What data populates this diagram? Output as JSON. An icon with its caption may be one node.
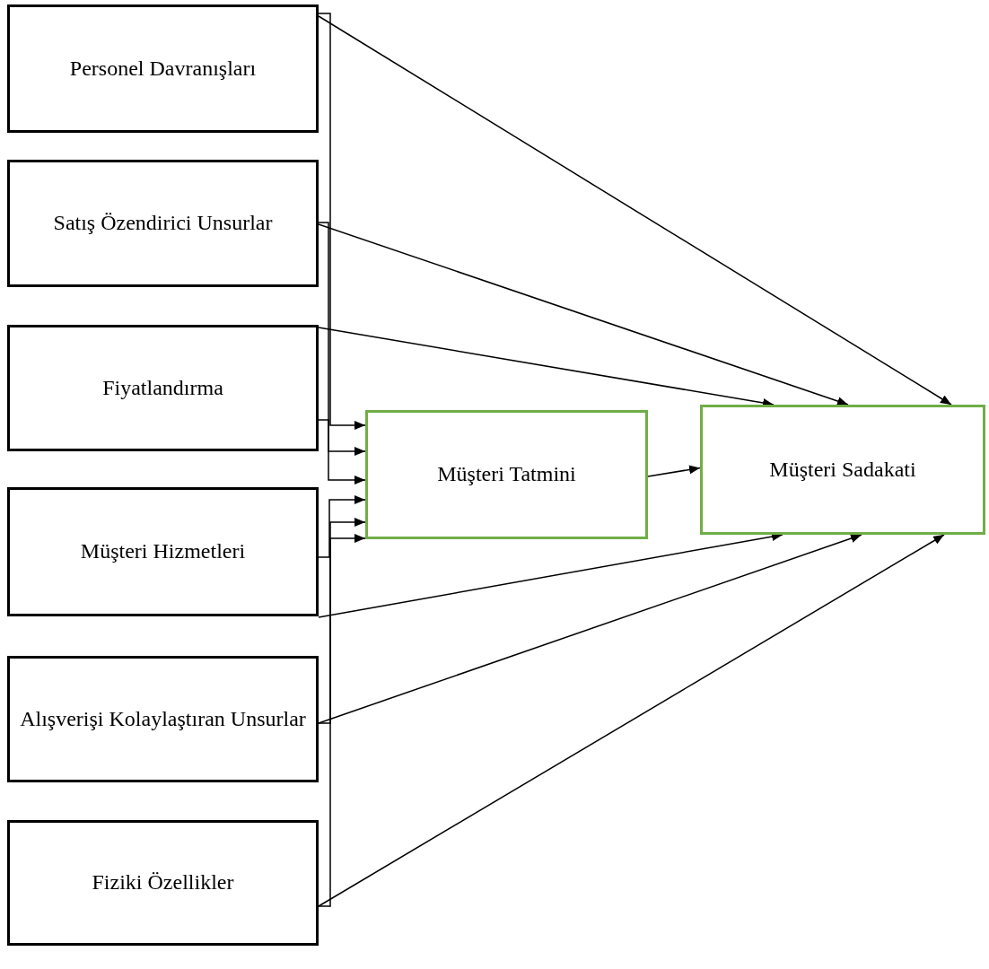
{
  "diagram": {
    "nodes": [
      {
        "text": [
          "Personel Davranışları"
        ]
      },
      {
        "text": [
          "Satış Özendirici Unsurlar"
        ]
      },
      {
        "text": [
          "Fiyatlandırma"
        ]
      },
      {
        "text": [
          "Müşteri Hizmetleri"
        ]
      },
      {
        "text": [
          "Alışverişi Kolaylaştıran Unsurlar"
        ]
      },
      {
        "text": [
          "Fiziki Özellikler"
        ]
      },
      {
        "text": [
          "Müşteri Tatmini"
        ]
      },
      {
        "text": [
          "Müşteri Sadakati"
        ]
      }
    ],
    "edges": [
      {
        "from": 0,
        "to": 6,
        "arrow": "to"
      },
      {
        "from": 1,
        "to": 6,
        "arrow": "to"
      },
      {
        "from": 2,
        "to": 6,
        "arrow": "to"
      },
      {
        "from": 3,
        "to": 6,
        "arrow": "to"
      },
      {
        "from": 4,
        "to": 6,
        "arrow": "to"
      },
      {
        "from": 5,
        "to": 6,
        "arrow": "to"
      },
      {
        "from": 0,
        "to": 7,
        "arrow": "to"
      },
      {
        "from": 1,
        "to": 7,
        "arrow": "to"
      },
      {
        "from": 2,
        "to": 7,
        "arrow": "to"
      },
      {
        "from": 3,
        "to": 7,
        "arrow": "to"
      },
      {
        "from": 4,
        "to": 7,
        "arrow": "to"
      },
      {
        "from": 5,
        "to": 7,
        "arrow": "to"
      },
      {
        "from": 6,
        "to": 7,
        "arrow": "to"
      }
    ]
  }
}
